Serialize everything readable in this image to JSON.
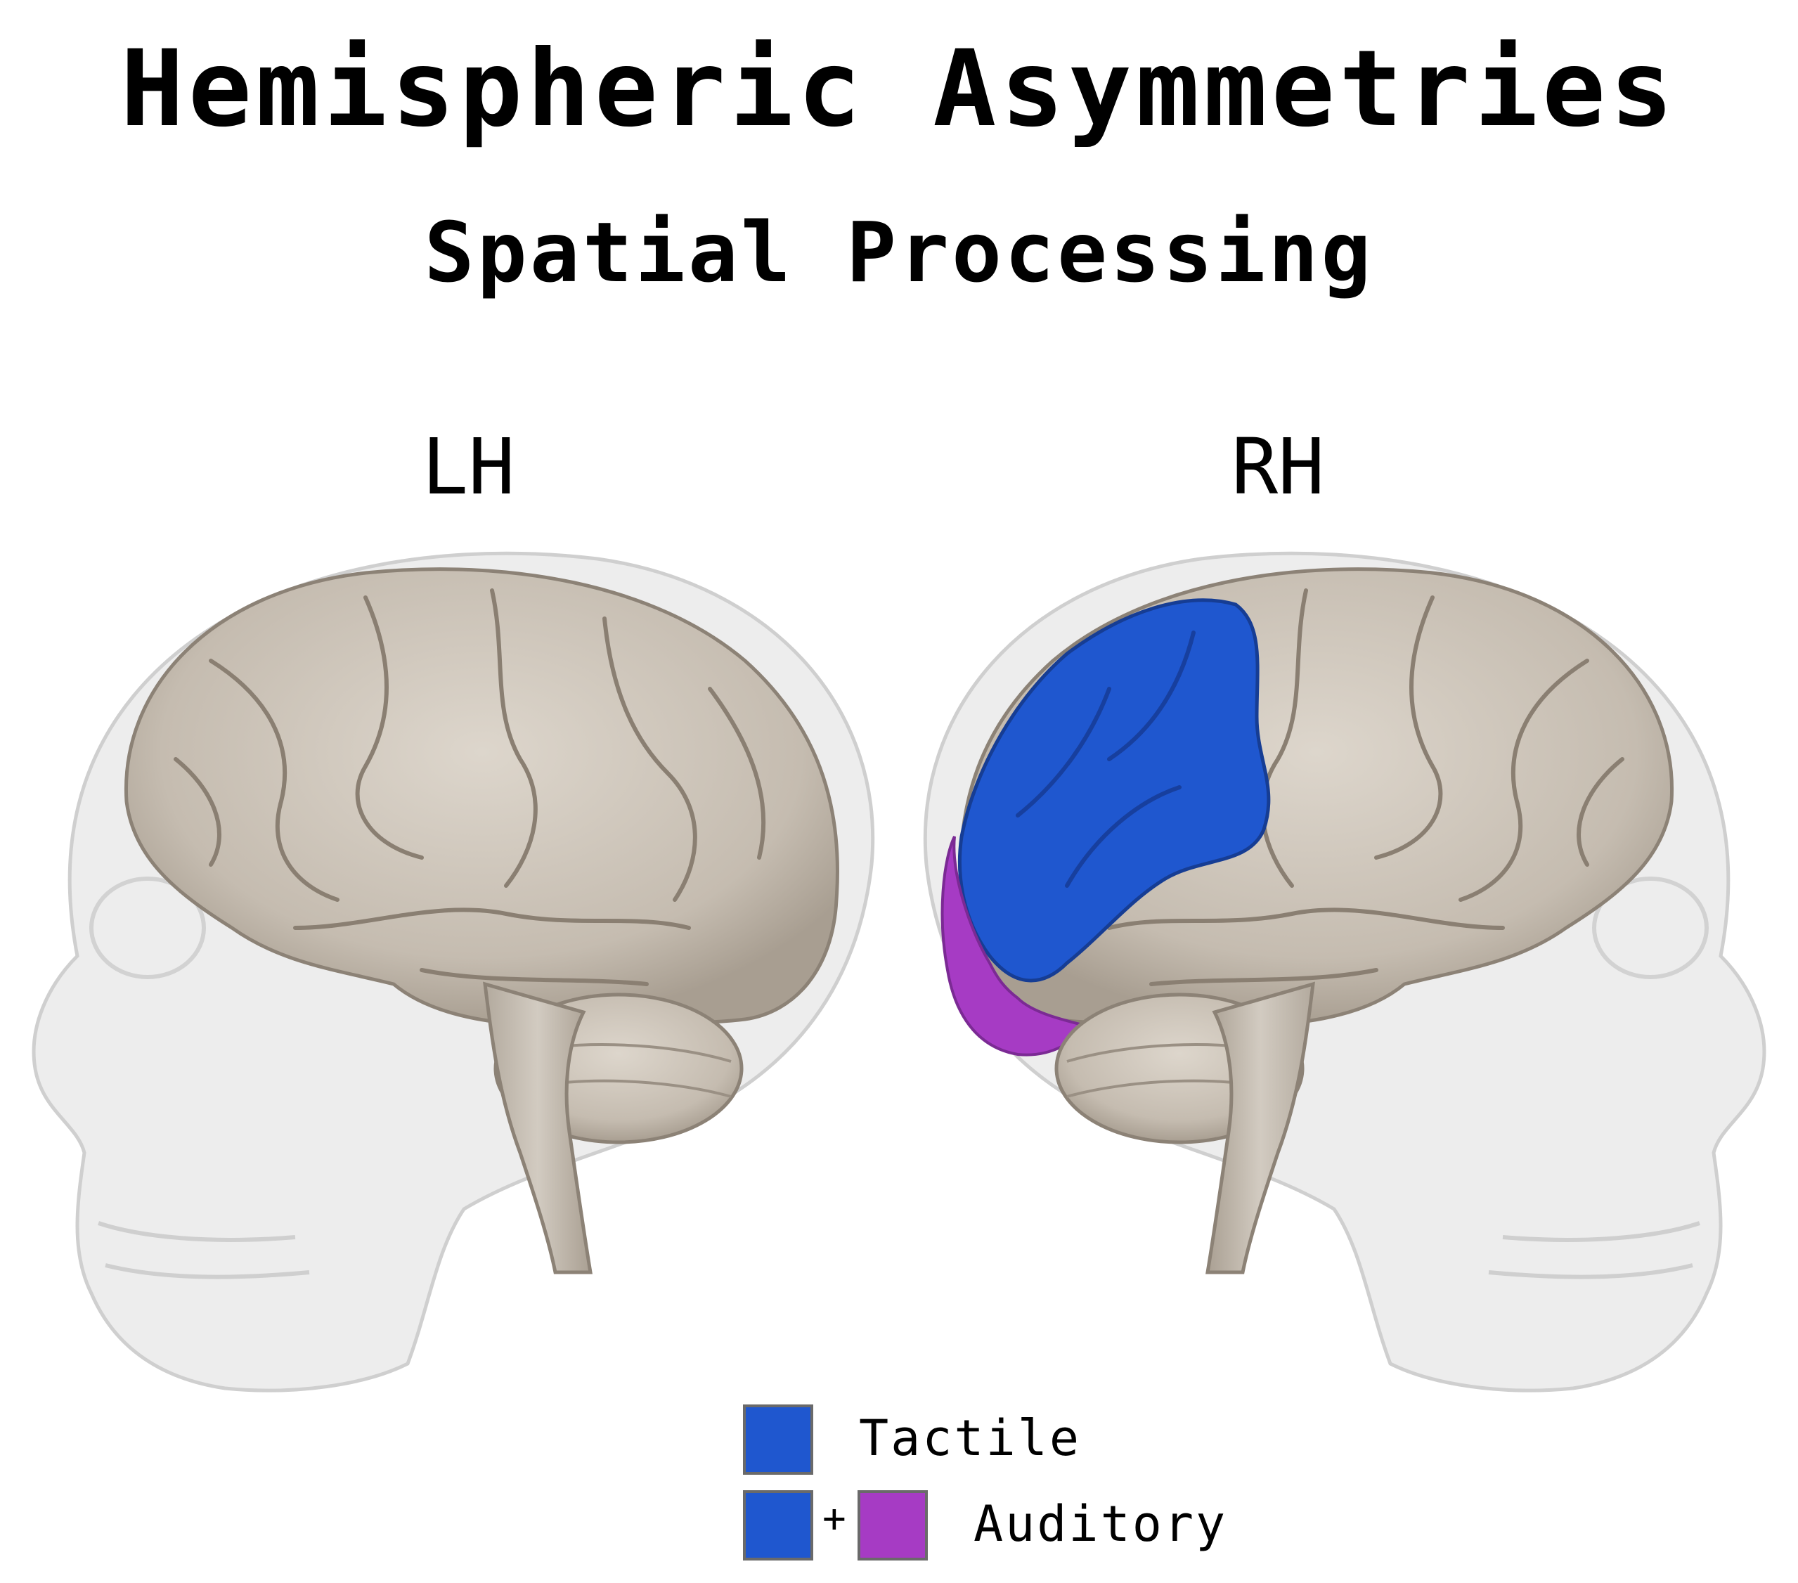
{
  "title": "Hemispheric Asymmetries",
  "subtitle": "Spatial Processing",
  "hemispheres": {
    "left": "LH",
    "right": "RH"
  },
  "colors": {
    "tactile": "#1f57cf",
    "auditory": "#a63bc4",
    "brain": "#c9c1b6",
    "brain_dark": "#7e7468",
    "skull": "#e3e3e3"
  },
  "legend": {
    "tactile_label": "Tactile",
    "plus_sign": "+",
    "auditory_label": "Auditory"
  }
}
